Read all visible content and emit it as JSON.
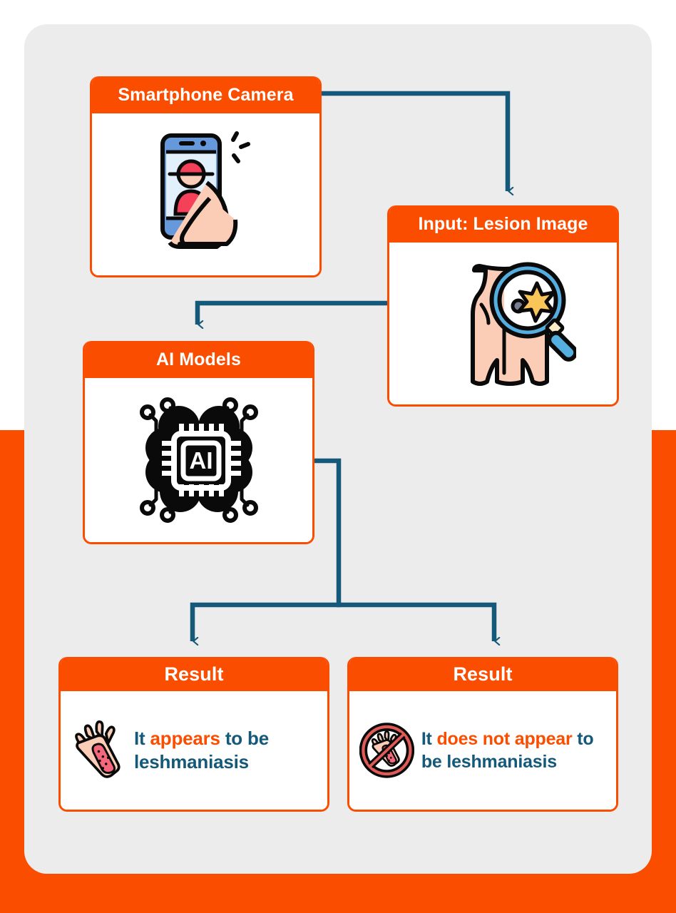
{
  "theme": {
    "accent_orange": "#FB4D00",
    "arrow_teal": "#14597A",
    "panel_gray": "#ECECEC",
    "card_white": "#FFFFFF",
    "text_teal": "#14597A"
  },
  "diagram": {
    "type": "flowchart",
    "title_visible": false,
    "nodes": [
      {
        "id": "smartphone-camera",
        "label": "Smartphone Camera",
        "icon": "hand-holding-smartphone-taking-photo-icon"
      },
      {
        "id": "input-lesion-image",
        "label": "Input: Lesion Image",
        "icon": "torso-with-magnifier-on-skin-lesion-icon"
      },
      {
        "id": "ai-models",
        "label": "AI Models",
        "icon": "brain-with-ai-chip-icon",
        "chip_label": "AI"
      },
      {
        "id": "result-positive",
        "label": "Result",
        "icon": "hand-with-lesion-icon",
        "text_parts": [
          {
            "text": "It ",
            "emphasis": false
          },
          {
            "text": "appears",
            "emphasis": true
          },
          {
            "text": " to be leshmaniasis",
            "emphasis": false
          }
        ],
        "plain_text": "It appears to be leshmaniasis"
      },
      {
        "id": "result-negative",
        "label": "Result",
        "icon": "prohibited-hand-with-lesion-icon",
        "text_parts": [
          {
            "text": "It ",
            "emphasis": false
          },
          {
            "text": "does not appear",
            "emphasis": true
          },
          {
            "text": " to be leshmaniasis",
            "emphasis": false
          }
        ],
        "plain_text": "It does not appear to be leshmaniasis"
      }
    ],
    "edges": [
      {
        "from": "smartphone-camera",
        "to": "input-lesion-image",
        "style": "elbow-arrow"
      },
      {
        "from": "input-lesion-image",
        "to": "ai-models",
        "style": "elbow-arrow"
      },
      {
        "from": "ai-models",
        "to": "result-positive",
        "style": "elbow-arrow"
      },
      {
        "from": "ai-models",
        "to": "result-negative",
        "style": "elbow-arrow"
      }
    ]
  }
}
